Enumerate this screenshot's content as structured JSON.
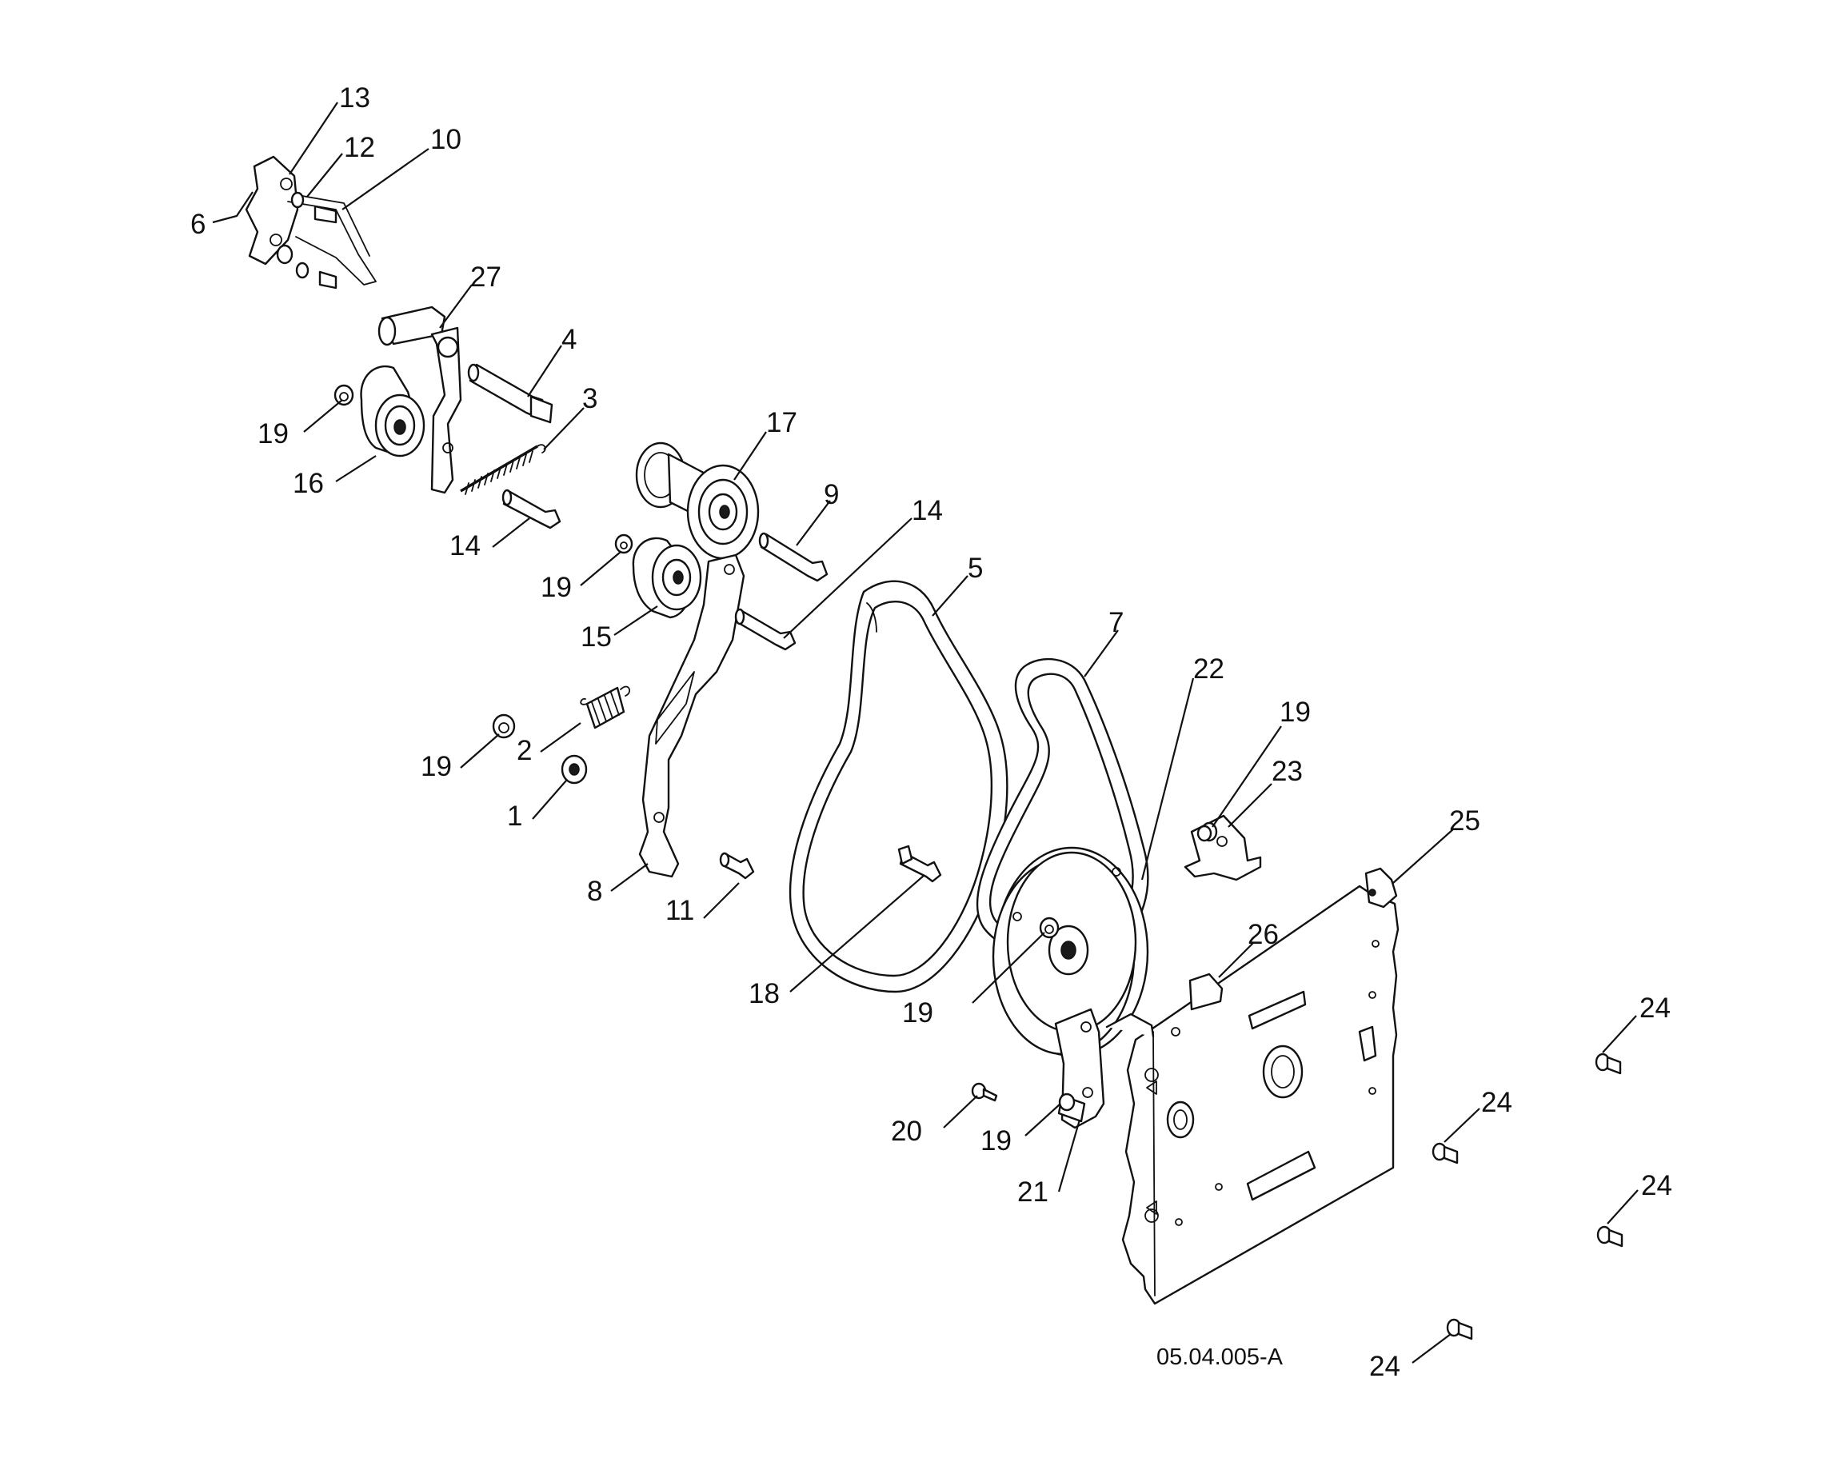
{
  "diagram": {
    "reference_code": "05.04.005-A",
    "callouts": [
      {
        "id": "c1",
        "label": "1"
      },
      {
        "id": "c2",
        "label": "2"
      },
      {
        "id": "c3",
        "label": "3"
      },
      {
        "id": "c4",
        "label": "4"
      },
      {
        "id": "c5",
        "label": "5"
      },
      {
        "id": "c6",
        "label": "6"
      },
      {
        "id": "c7",
        "label": "7"
      },
      {
        "id": "c8",
        "label": "8"
      },
      {
        "id": "c9",
        "label": "9"
      },
      {
        "id": "c10",
        "label": "10"
      },
      {
        "id": "c11",
        "label": "11"
      },
      {
        "id": "c12",
        "label": "12"
      },
      {
        "id": "c13",
        "label": "13"
      },
      {
        "id": "c14a",
        "label": "14"
      },
      {
        "id": "c14b",
        "label": "14"
      },
      {
        "id": "c15",
        "label": "15"
      },
      {
        "id": "c16",
        "label": "16"
      },
      {
        "id": "c17",
        "label": "17"
      },
      {
        "id": "c18",
        "label": "18"
      },
      {
        "id": "c19a",
        "label": "19"
      },
      {
        "id": "c19b",
        "label": "19"
      },
      {
        "id": "c19c",
        "label": "19"
      },
      {
        "id": "c19d",
        "label": "19"
      },
      {
        "id": "c19e",
        "label": "19"
      },
      {
        "id": "c19f",
        "label": "19"
      },
      {
        "id": "c20",
        "label": "20"
      },
      {
        "id": "c21",
        "label": "21"
      },
      {
        "id": "c22",
        "label": "22"
      },
      {
        "id": "c23",
        "label": "23"
      },
      {
        "id": "c24a",
        "label": "24"
      },
      {
        "id": "c24b",
        "label": "24"
      },
      {
        "id": "c24c",
        "label": "24"
      },
      {
        "id": "c24d",
        "label": "24"
      },
      {
        "id": "c25",
        "label": "25"
      },
      {
        "id": "c26",
        "label": "26"
      },
      {
        "id": "c27",
        "label": "27"
      }
    ]
  }
}
